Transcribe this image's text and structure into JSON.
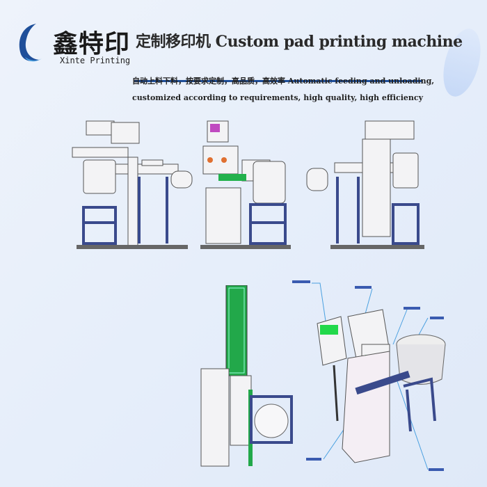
{
  "brand": {
    "name_cn": "鑫特印",
    "name_en": "Xinte Printing"
  },
  "title": "定制移印机 Custom pad printing machine",
  "subtitle": {
    "line1": "自动上料下料，按要求定制，高品质，高效率  Automatic feeding and unloading,",
    "line2": "customized according to requirements, high quality, high efficiency"
  },
  "colors": {
    "accent": "#1f4f9a",
    "frame": "#3a4a8c",
    "green": "#22b14c"
  }
}
